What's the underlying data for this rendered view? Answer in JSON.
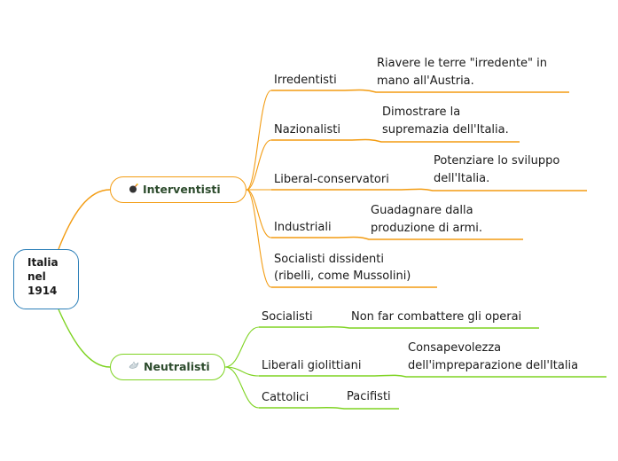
{
  "root": {
    "lines": [
      "Italia",
      "nel",
      "1914"
    ]
  },
  "branches": {
    "interventisti": {
      "label": "Interventisti",
      "icon": "bomb-icon",
      "color": "#f39c12",
      "items": [
        {
          "label": "Irredentisti",
          "note": [
            "Riavere le terre \"irredente\" in",
            "mano all'Austria."
          ]
        },
        {
          "label": "Nazionalisti",
          "note": [
            "Dimostrare la",
            "supremazia dell'Italia."
          ]
        },
        {
          "label": "Liberal-conservatori",
          "note": [
            "Potenziare lo sviluppo",
            "dell'Italia."
          ]
        },
        {
          "label": "Industriali",
          "note": [
            "Guadagnare dalla",
            "produzione di armi."
          ]
        },
        {
          "label": [
            "Socialisti dissidenti",
            "(ribelli, come Mussolini)"
          ]
        }
      ]
    },
    "neutralisti": {
      "label": "Neutralisti",
      "icon": "dove-icon",
      "color": "#7ed321",
      "items": [
        {
          "label": "Socialisti",
          "note": "Non far combattere gli operai"
        },
        {
          "label": "Liberali giolittiani",
          "note": [
            "Consapevolezza",
            "dell'impreparazione dell'Italia"
          ]
        },
        {
          "label": "Cattolici",
          "note": "Pacifisti"
        }
      ]
    }
  }
}
